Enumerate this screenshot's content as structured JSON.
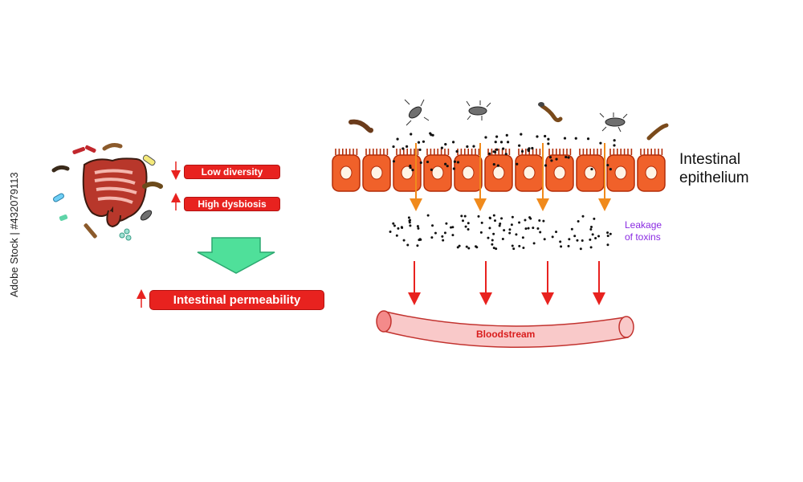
{
  "left_panel": {
    "low_diversity": "Low diversity",
    "high_dysbiosis": "High dysbiosis",
    "intestinal_permeability": "Intestinal permeability"
  },
  "right_panel": {
    "epithelium_label_line1": "Intestinal",
    "epithelium_label_line2": "epithelium",
    "leakage_line1": "Leakage",
    "leakage_line2": "of toxins",
    "bloodstream": "Bloodstream"
  },
  "side_caption": "Adobe Stock | #432079113",
  "colors": {
    "cell_fill": "#f0612a",
    "cell_outline": "#b32d08",
    "alert_red": "#e8221f",
    "arrow_orange": "#f08a1c",
    "big_arrow_green": "#4fe09a",
    "leakage_purple": "#8a2be2",
    "vessel_pink": "#f9c9c9"
  }
}
